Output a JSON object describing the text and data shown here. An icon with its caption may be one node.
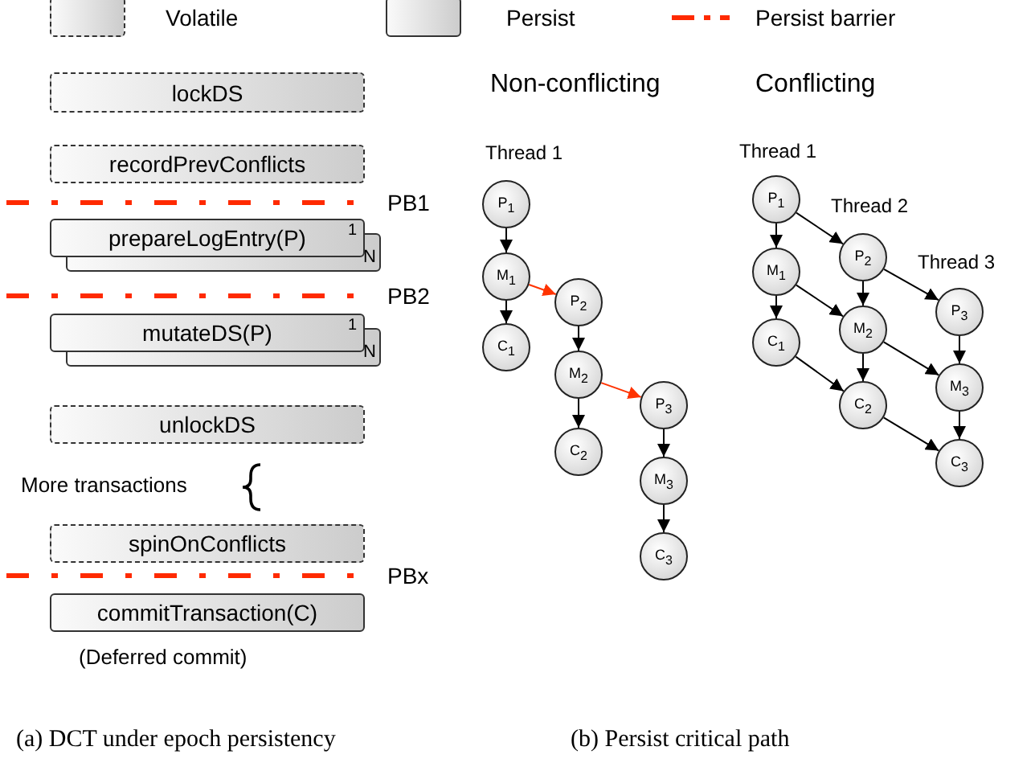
{
  "diagram": {
    "nodes": [
      {
        "text": [
          "lockDS"
        ]
      },
      {
        "text": [
          "recordPrevConflicts"
        ]
      },
      {
        "text": [
          "prepareLogEntry(P)",
          "1",
          "N"
        ]
      },
      {
        "text": [
          "mutateDS(P)",
          "1",
          "N"
        ]
      },
      {
        "text": [
          "unlockDS"
        ]
      },
      {
        "text": [
          "spinOnConflicts"
        ]
      },
      {
        "text": [
          "commitTransaction(C)"
        ],
        "beside": [
          "(Deferred commit)"
        ]
      },
      {
        "text": [
          "P$_{1}$"
        ]
      },
      {
        "text": [
          "M$_{1}$"
        ]
      },
      {
        "text": [
          "C$_{1}$"
        ]
      },
      {
        "text": [
          "P$_{2}$"
        ]
      },
      {
        "text": [
          "M$_{2}$"
        ]
      },
      {
        "text": [
          "C$_{2}$"
        ]
      },
      {
        "text": [
          "P$_{3}$"
        ]
      },
      {
        "text": [
          "M$_{3}$"
        ]
      },
      {
        "text": [
          "C$_{3}$"
        ]
      },
      {
        "text": [
          "P$_{1}$"
        ]
      },
      {
        "text": [
          "M$_{1}$"
        ]
      },
      {
        "text": [
          "C$_{1}$"
        ]
      },
      {
        "text": [
          "P$_{2}$"
        ]
      },
      {
        "text": [
          "M$_{2}$"
        ]
      },
      {
        "text": [
          "C$_{2}$"
        ]
      },
      {
        "text": [
          "P$_{3}$"
        ]
      },
      {
        "text": [
          "M$_{3}$"
        ]
      },
      {
        "text": [
          "C$_{3}$"
        ]
      }
    ],
    "edges": [
      {
        "from": 7,
        "to": 8,
        "arrow": "to"
      },
      {
        "from": 8,
        "to": 9,
        "arrow": "to"
      },
      {
        "from": 8,
        "to": 10,
        "arrow": "to",
        "color": "#ff3300"
      },
      {
        "from": 10,
        "to": 11,
        "arrow": "to"
      },
      {
        "from": 11,
        "to": 12,
        "arrow": "to"
      },
      {
        "from": 11,
        "to": 13,
        "arrow": "to",
        "color": "#ff3300"
      },
      {
        "from": 13,
        "to": 14,
        "arrow": "to"
      },
      {
        "from": 14,
        "to": 15,
        "arrow": "to"
      },
      {
        "from": 16,
        "to": 17,
        "arrow": "to"
      },
      {
        "from": 17,
        "to": 18,
        "arrow": "to"
      },
      {
        "from": 16,
        "to": 19,
        "arrow": "to"
      },
      {
        "from": 17,
        "to": 20,
        "arrow": "to"
      },
      {
        "from": 18,
        "to": 21,
        "arrow": "to"
      },
      {
        "from": 19,
        "to": 20,
        "arrow": "to"
      },
      {
        "from": 20,
        "to": 21,
        "arrow": "to"
      },
      {
        "from": 19,
        "to": 22,
        "arrow": "to"
      },
      {
        "from": 20,
        "to": 23,
        "arrow": "to"
      },
      {
        "from": 21,
        "to": 24,
        "arrow": "to"
      },
      {
        "from": 22,
        "to": 23,
        "arrow": "to"
      },
      {
        "from": 23,
        "to": 24,
        "arrow": "to"
      }
    ],
    "labels": [
      "Non-conflicting",
      "Conflicting",
      "PB1",
      "PB2",
      "Thread 1",
      "Thread 1",
      "Thread 2",
      "Thread 3",
      "More transactions",
      "PBx",
      "(a) DCT under epoch persistency",
      "(b) Persist critical path"
    ],
    "legend": [
      {
        "text": "Volatile"
      },
      {
        "text": "Persist"
      },
      {
        "text": "Persist barrier"
      }
    ]
  }
}
